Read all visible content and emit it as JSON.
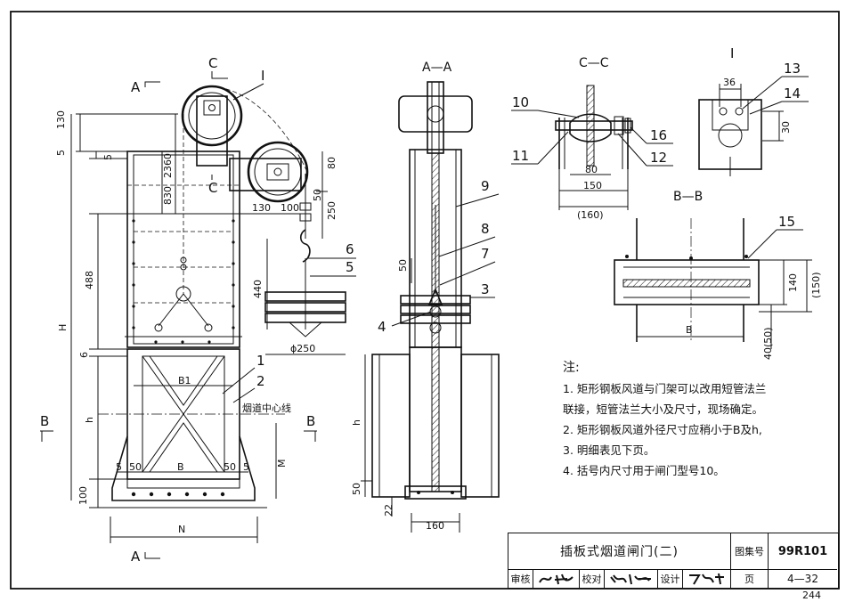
{
  "views": {
    "aa": "A—A",
    "cc": "C—C",
    "bb": "B—B",
    "detail": "I",
    "c_mark": "C",
    "a_mark": "A",
    "b_mark": "B",
    "i_mark": "I"
  },
  "front_dims": {
    "d130": "130",
    "d5a": "5",
    "d5b": "5",
    "d2360": "2360",
    "d830": "830",
    "d488": "488",
    "dH": "H",
    "d6": "6",
    "dh": "h",
    "d100": "100",
    "d5l": "5",
    "d50l": "50",
    "dB": "B",
    "d50r": "50",
    "d5r": "5",
    "dM": "M",
    "dN": "N",
    "dB1": "B1",
    "d80": "80",
    "d250": "250",
    "d50": "50",
    "d130b": "130",
    "d100b": "100",
    "d440": "440",
    "dphi": "ϕ250",
    "centerline": "烟道中心线"
  },
  "aa_dims": {
    "d50": "50",
    "dh": "h",
    "d50b": "50",
    "d22": "22",
    "d160": "160"
  },
  "cc_dims": {
    "d80": "80",
    "d150": "150",
    "d160": "(160)"
  },
  "i_dims": {
    "d36": "36",
    "d30": "30"
  },
  "bb_dims": {
    "dB": "B",
    "d140": "140",
    "d150": "(150)",
    "d40": "40(50)"
  },
  "callouts": {
    "n1": "1",
    "n2": "2",
    "n3": "3",
    "n4": "4",
    "n5": "5",
    "n6": "6",
    "n7": "7",
    "n8": "8",
    "n9": "9",
    "n10": "10",
    "n11": "11",
    "n12": "12",
    "n13": "13",
    "n14": "14",
    "n15": "15",
    "n16": "16"
  },
  "notes": {
    "title": "注:",
    "items": [
      "1.  矩形钢板风道与门架可以改用短管法兰",
      "      联接，短管法兰大小及尺寸，现场确定。",
      "2.  矩形钢板风道外径尺寸应稍小于B及h,",
      "3.  明细表见下页。",
      "4.  括号内尺寸用于闸门型号10。"
    ]
  },
  "title_block": {
    "title": "插板式烟道闸门(二)",
    "atlas_label": "图集号",
    "atlas_no": "99R101",
    "review_label": "审核",
    "check_label": "校对",
    "design_label": "设计",
    "page_label": "页",
    "page_value": "4—32"
  },
  "page_number": "244"
}
